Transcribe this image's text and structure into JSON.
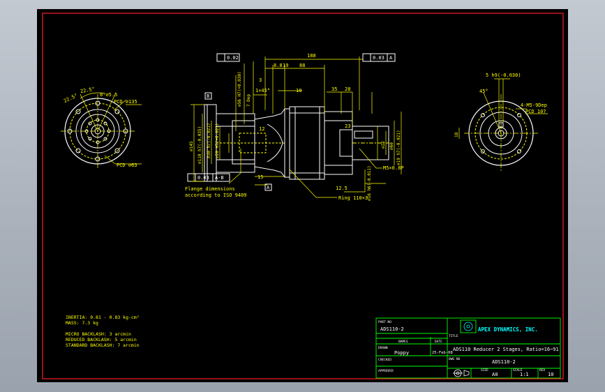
{
  "drawing": {
    "front_view_left": {
      "angle_a": "22.5°",
      "angle_b": "22.5°",
      "bolt_holes": "8-⌀5.5",
      "pcd_top": "PCD ⌀135",
      "pcd_bottom": "PCD ⌀63"
    },
    "side_view": {
      "datum_b": "B",
      "datum_a": "A",
      "flatness_top": "0.02",
      "flatness_left": "0.03",
      "flatness_right": "0.03",
      "datum_ref_ab": "A-B",
      "datum_ref_a": "A",
      "len_188": "188",
      "len_88": "88",
      "len_8_8": "8.8",
      "len_19": "19",
      "len_10": "10",
      "len_35": "35",
      "len_28": "28",
      "len_12": "12",
      "len_3": "3",
      "len_15": "15",
      "len_125": "12.5",
      "len_23": "23",
      "chamfer": "1×45°",
      "dia_56": "⌀56 H7(+0.030)",
      "depth_7": "7 Dep",
      "dia_145": "⌀145",
      "dia_110": "⌀110 h7(-0.035)",
      "dia_30": "⌀30 h7(-0.021)",
      "dia_20": "⌀20 H7(+0.021)",
      "dia_60": "⌀60",
      "dia_19": "⌀19 h7(-0.021)",
      "dia_16": "⌀16 h6(-0.011)",
      "dia_22": "⌀22",
      "thread": "M5×0.8P",
      "ring": "Ring 110×3",
      "flange_note_1": "Flange dimensions",
      "flange_note_2": "according to ISO 9409"
    },
    "front_view_right": {
      "key_width": "5 h9(-0.030)",
      "angle": "45°",
      "threads": "4-M5-9Dep",
      "pcd": "PCD 107",
      "key_height": "18"
    },
    "specs": [
      "INERTIA: 0.81 - 0.83 kg-cm²",
      "MASS: 7.3 kg",
      "MICRO BACKLASH: 3 arcmin",
      "REDUCED BACKLASH: 5 arcmin",
      "STANDARD BACKLASH: 7 arcmin"
    ]
  },
  "title_block": {
    "part_no_label": "PART NO",
    "part_no": "ADS110-2",
    "company": "APEX DYNAMICS, INC.",
    "names_label": "NAMES",
    "date_label": "DATE",
    "title_label": "TITLE",
    "title": "ADS110 Reducer 2 Stages, Ratio=16~91",
    "drawn_label": "DRAWN",
    "drawn_name": "Poppy",
    "drawn_date": "25-Feb-08",
    "dwg_no_label": "DWG NO",
    "dwg_no": "ADS110-2",
    "checked_label": "CHECKED",
    "approved_label": "APPROVED",
    "size_label": "SIZE",
    "size": "A0",
    "scale_label": "SCALE",
    "scale": "1:1",
    "rev_label": "REV",
    "rev": "10"
  },
  "colors": {
    "background": "#000000",
    "geometry": "#ffffff",
    "dimension": "#ffff00",
    "border": "#ff0000",
    "title_block": "#00ff00"
  }
}
